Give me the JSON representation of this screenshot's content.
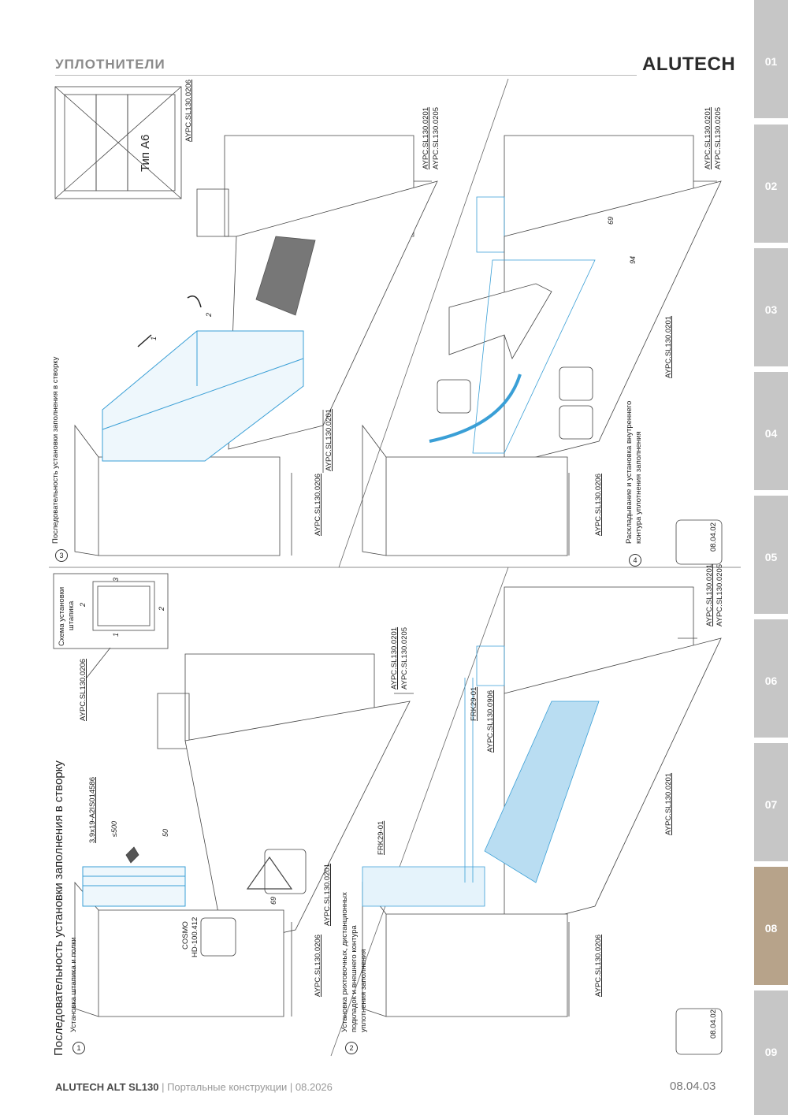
{
  "header": {
    "section_title": "УПЛОТНИТЕЛИ",
    "brand": "ALUTECH"
  },
  "tabs": [
    {
      "label": "01",
      "active": false
    },
    {
      "label": "02",
      "active": false
    },
    {
      "label": "03",
      "active": false
    },
    {
      "label": "04",
      "active": false
    },
    {
      "label": "05",
      "active": false
    },
    {
      "label": "06",
      "active": false
    },
    {
      "label": "07",
      "active": false
    },
    {
      "label": "08",
      "active": true
    },
    {
      "label": "09",
      "active": false
    }
  ],
  "colors": {
    "tab": "#c6c6c6",
    "tab_active": "#b7a38a",
    "accent": "#3a9fd6"
  },
  "title": "Последовательность установки заполнения в створку",
  "steps": [
    {
      "num": "1",
      "caption": "Установка штапика и полки"
    },
    {
      "num": "2",
      "caption_lines": [
        "Установка рихтовочных, дистанционных",
        "подкладок и внешнего контура",
        "уплотнения заполнения"
      ]
    },
    {
      "num": "3",
      "caption": "Последовательность установки заполнения в створку"
    },
    {
      "num": "4",
      "caption_lines": [
        "Раскладывание и установка внутреннего",
        "контура уплотнения заполнения"
      ]
    }
  ],
  "labels": {
    "p0206": "AYPC.SL130.0206",
    "p0201": "AYPC.SL130.0201",
    "p0205": "AYPC.SL130.0205",
    "p0906": "AYPC.SL130.0906",
    "frk": "FRK29-01",
    "screw": "3,9x19-A2IS014586",
    "cosmo_1": "COSMO",
    "cosmo_2": "HD-100.412",
    "type": "Тип А6",
    "scheme_1": "Схема установки",
    "scheme_2": "штапика",
    "ref": "08.04.02"
  },
  "dims": {
    "d500": "≤500",
    "d50": "50",
    "d69": "69",
    "d94": "94",
    "d69b": "69",
    "s1": "1",
    "s2": "2",
    "s3": "3",
    "a1": "1",
    "a2": "2"
  },
  "footer": {
    "product": "ALUTECH ALT SL130",
    "rest": " | Портальные конструкции | 08.2026",
    "page": "08.04.03"
  }
}
